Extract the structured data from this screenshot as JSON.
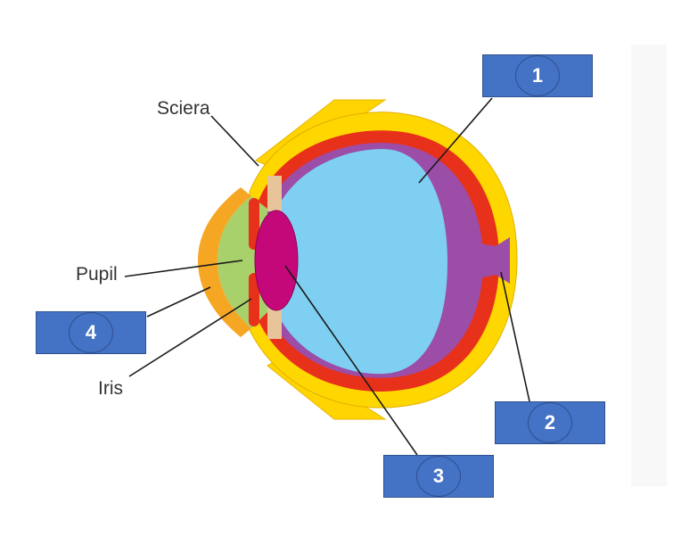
{
  "labels": {
    "sclera": "Sciera",
    "pupil": "Pupil",
    "iris": "Iris"
  },
  "answer_boxes": [
    {
      "number": "1"
    },
    {
      "number": "2"
    },
    {
      "number": "3"
    },
    {
      "number": "4"
    }
  ],
  "colors": {
    "box_fill": "#4472C4",
    "sclera_yellow": "#FFD700",
    "choroid_red": "#E8311A",
    "vitreous_blue": "#7FCFF2",
    "retina_purple": "#9B4DA8",
    "lens_magenta": "#C4087A",
    "cornea_orange": "#F5A623",
    "aqueous_green": "#A8D06B"
  }
}
